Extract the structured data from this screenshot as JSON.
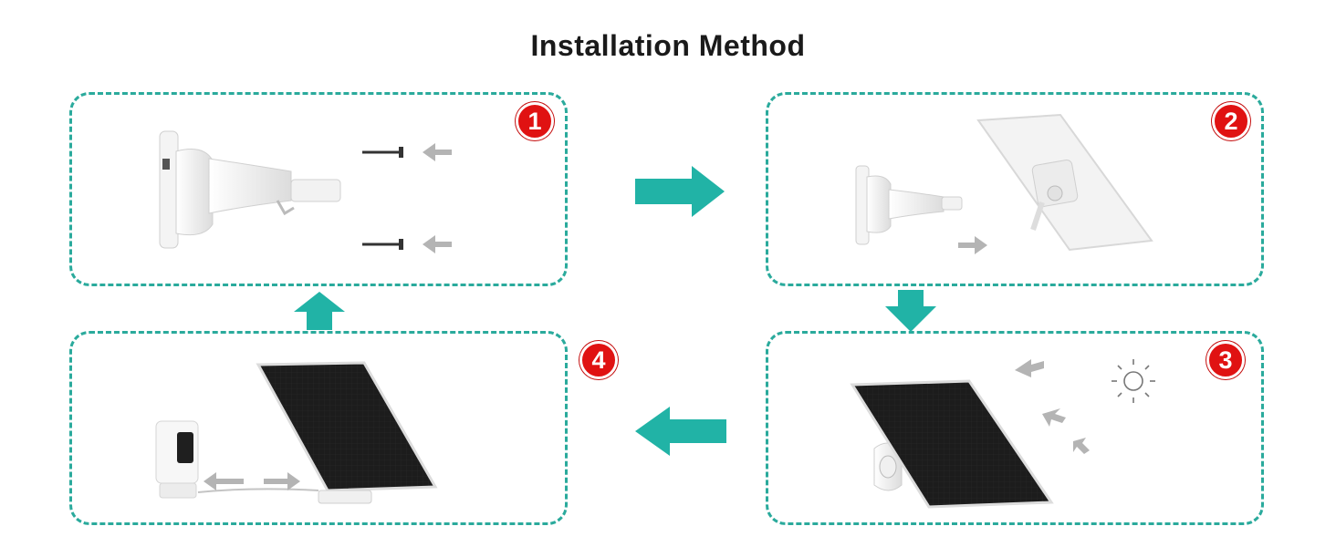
{
  "title": "Installation Method",
  "colors": {
    "border": "#2aaa9c",
    "arrow": "#21b3a6",
    "badge": "#e01212",
    "panel": "#1a1a1a"
  },
  "steps": [
    {
      "number": "1",
      "icons": [
        "wall-mount-bracket",
        "screw",
        "gray-arrow"
      ]
    },
    {
      "number": "2",
      "icons": [
        "wall-mount-bracket",
        "white-panel-back",
        "gray-arrow"
      ]
    },
    {
      "number": "3",
      "icons": [
        "solar-panel",
        "sun-icon",
        "gray-arrow"
      ]
    },
    {
      "number": "4",
      "icons": [
        "camera",
        "solar-panel",
        "cable"
      ]
    }
  ],
  "flow_arrows": [
    "right",
    "down",
    "left",
    "up"
  ]
}
